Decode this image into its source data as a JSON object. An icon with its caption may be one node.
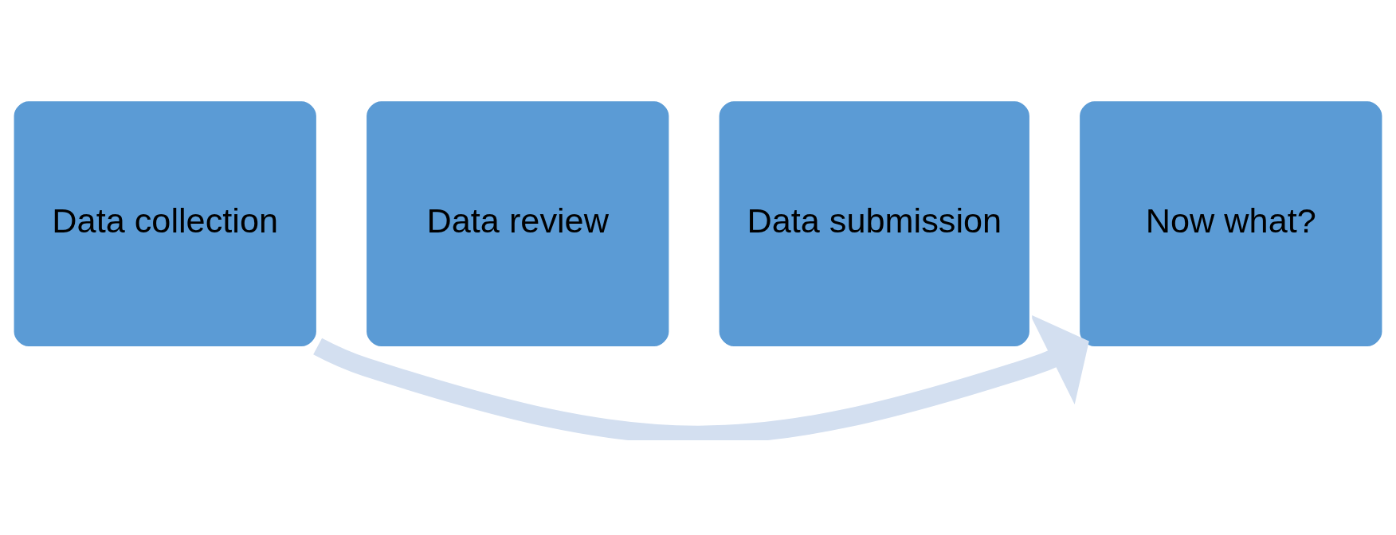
{
  "diagram": {
    "nodes": [
      {
        "text": [
          "Data collection"
        ]
      },
      {
        "text": [
          "Data review"
        ]
      },
      {
        "text": [
          "Data submission"
        ]
      },
      {
        "text": [
          "Now what?"
        ]
      }
    ],
    "edges": [
      {
        "from": 0,
        "to": 3,
        "arrow": "to",
        "color": "#d3dff0"
      }
    ]
  }
}
